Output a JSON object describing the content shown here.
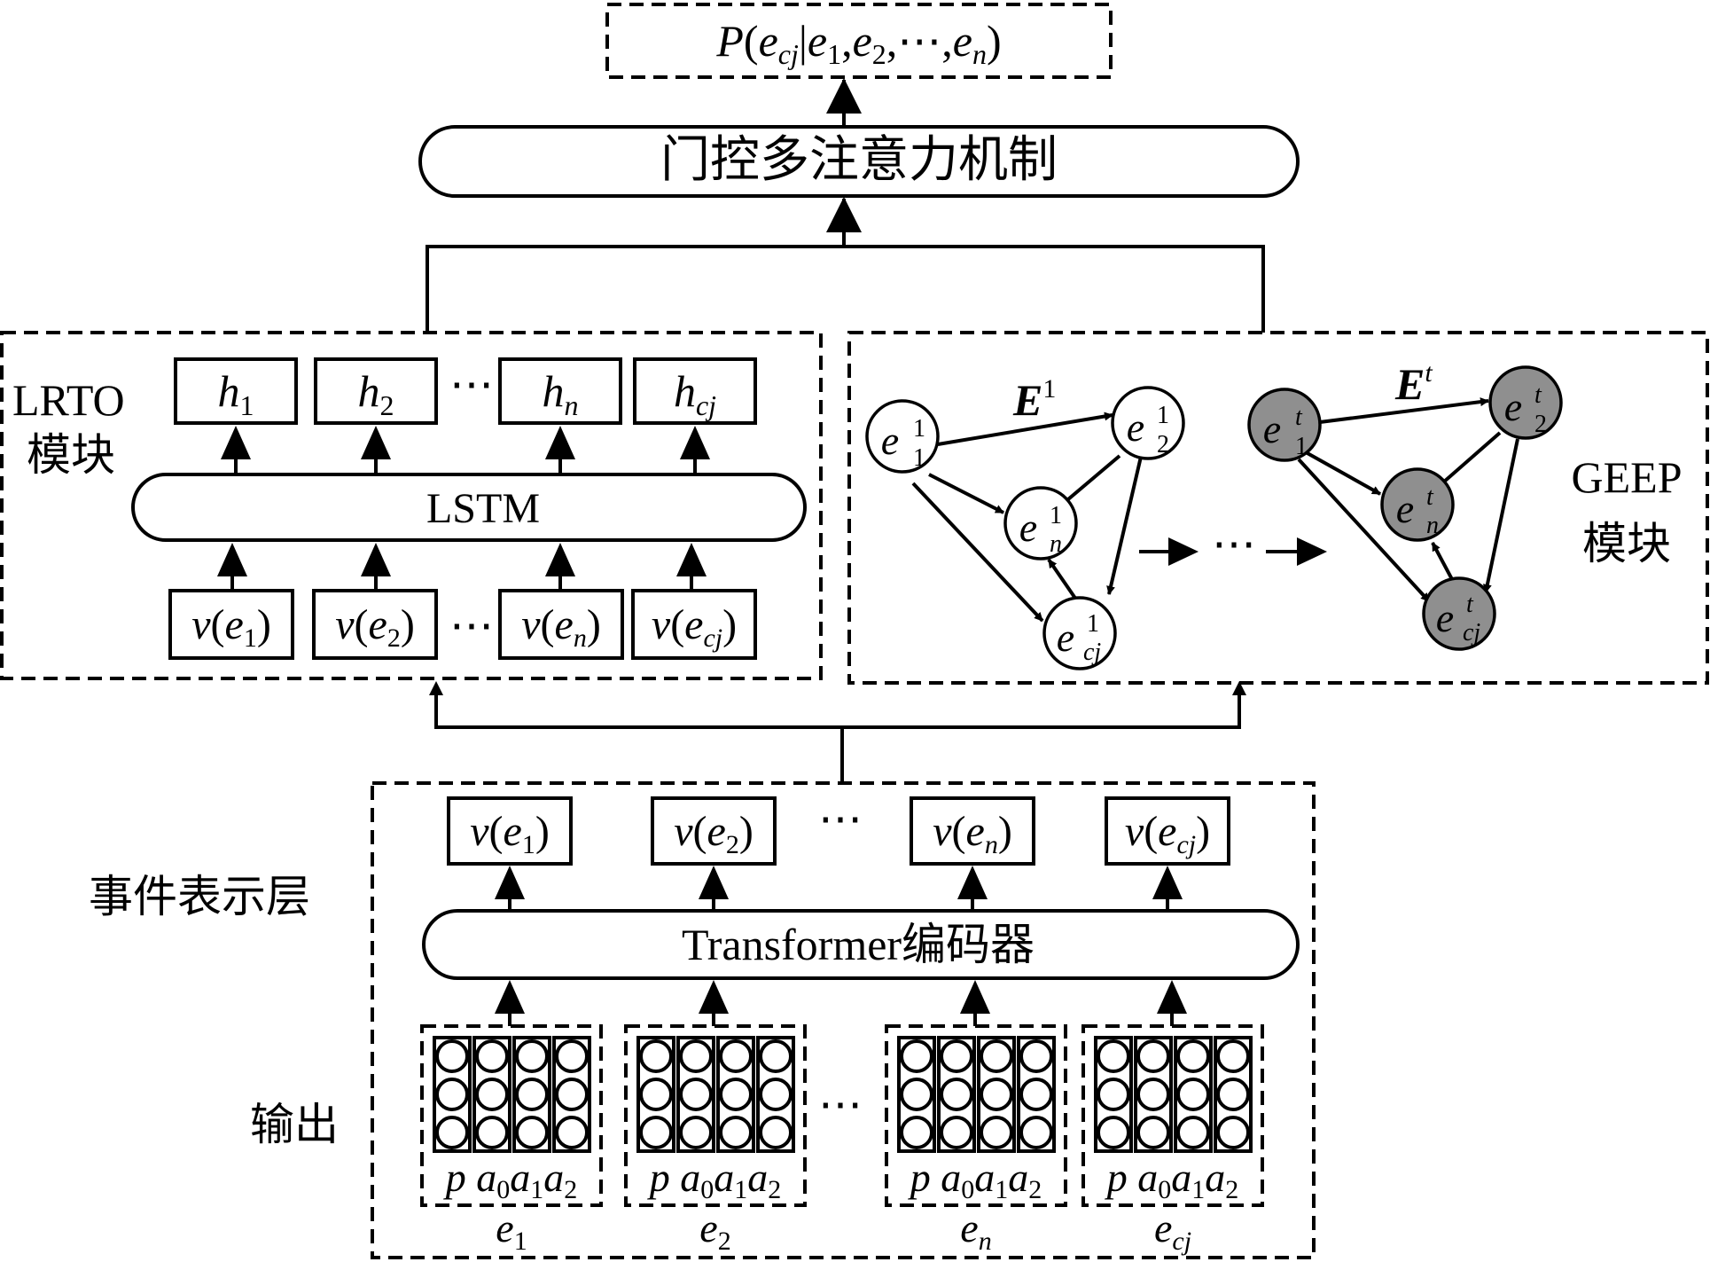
{
  "output_prob": {
    "P": "P",
    "e": "e",
    "cj": "cj",
    "bar": "|",
    "e1_base": "e",
    "e1_sub": "1",
    "comma": ",",
    "e2_base": "e",
    "e2_sub": "2",
    "dots": "⋯",
    "en_base": "e",
    "en_sub": "n",
    "open": "(",
    "close": ")"
  },
  "gated_attention": "门控多注意力机制",
  "lrto": {
    "label_line1": "LRTO",
    "label_line2": "模块",
    "lstm": "LSTM",
    "hidden": [
      {
        "base": "h",
        "sub": "1"
      },
      {
        "base": "h",
        "sub": "2"
      },
      {
        "base": "h",
        "sub": "n"
      },
      {
        "base": "h",
        "sub": "cj"
      }
    ],
    "inputs": [
      {
        "func": "v",
        "base": "e",
        "sub": "1"
      },
      {
        "func": "v",
        "base": "e",
        "sub": "2"
      },
      {
        "func": "v",
        "base": "e",
        "sub": "n"
      },
      {
        "func": "v",
        "base": "e",
        "sub": "cj"
      }
    ],
    "dots": "⋯"
  },
  "geep": {
    "label_line1": "GEEP",
    "label_line2": "模块",
    "graph1": {
      "edge_label": {
        "base": "E",
        "sup": "1"
      },
      "nodes": [
        {
          "id": "e1",
          "base": "e",
          "sup": "1",
          "sub": "1"
        },
        {
          "id": "e2",
          "base": "e",
          "sup": "1",
          "sub": "2"
        },
        {
          "id": "en",
          "base": "e",
          "sup": "1",
          "sub": "n"
        },
        {
          "id": "ecj",
          "base": "e",
          "sup": "1",
          "sub": "cj"
        }
      ]
    },
    "graph_t": {
      "edge_label": {
        "base": "E",
        "sup": "t"
      },
      "nodes": [
        {
          "id": "e1",
          "base": "e",
          "sup": "t",
          "sub": "1"
        },
        {
          "id": "e2",
          "base": "e",
          "sup": "t",
          "sub": "2"
        },
        {
          "id": "en",
          "base": "e",
          "sup": "t",
          "sub": "n"
        },
        {
          "id": "ecj",
          "base": "e",
          "sup": "t",
          "sub": "cj"
        }
      ]
    },
    "dots": "⋯"
  },
  "event_layer": {
    "label": "事件表示层",
    "encoder": "Transformer编码器",
    "outputs": [
      {
        "func": "v",
        "base": "e",
        "sub": "1"
      },
      {
        "func": "v",
        "base": "e",
        "sub": "2"
      },
      {
        "func": "v",
        "base": "e",
        "sub": "n"
      },
      {
        "func": "v",
        "base": "e",
        "sub": "cj"
      }
    ],
    "dots": "⋯"
  },
  "input_layer": {
    "label": "输出",
    "events": [
      {
        "base": "e",
        "sub": "1"
      },
      {
        "base": "e",
        "sub": "2"
      },
      {
        "base": "e",
        "sub": "n"
      },
      {
        "base": "e",
        "sub": "cj"
      }
    ],
    "args": {
      "p": "p",
      "a": "a",
      "s0": "0",
      "s1": "1",
      "s2": "2"
    },
    "dots": "⋯"
  }
}
